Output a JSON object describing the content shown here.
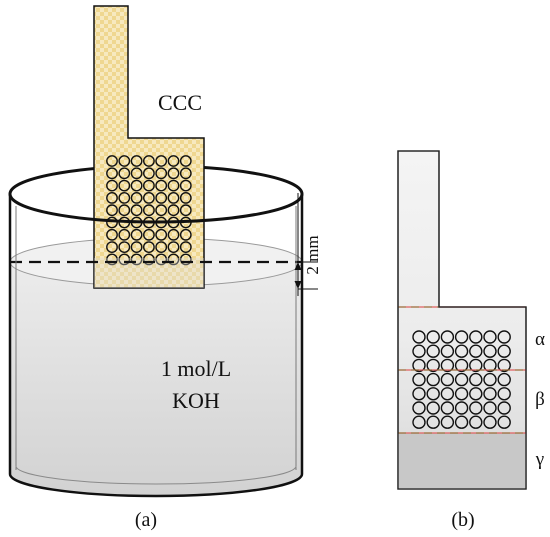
{
  "panel_a": {
    "electrode_label": "CCC",
    "dimension_label": "2 mm",
    "solution_line1": "1 mol/L",
    "solution_line2": "KOH",
    "caption": "(a)",
    "hole_grid": {
      "rows": 9,
      "cols": 7
    }
  },
  "panel_b": {
    "zones": [
      "α",
      "β",
      "γ"
    ],
    "caption": "(b)",
    "hole_grid": {
      "rows": 7,
      "cols": 7
    }
  },
  "colors": {
    "outline": "#111111",
    "liquid_top": "#e6e6e6",
    "liquid_bottom": "#cccccc",
    "electrode_fill": "#f7e9bf",
    "electrode_check": "#efd790",
    "zone_line": "#e06060",
    "zone_dash": "#8a6a2a",
    "gamma_fill": "#c8c8c8"
  }
}
